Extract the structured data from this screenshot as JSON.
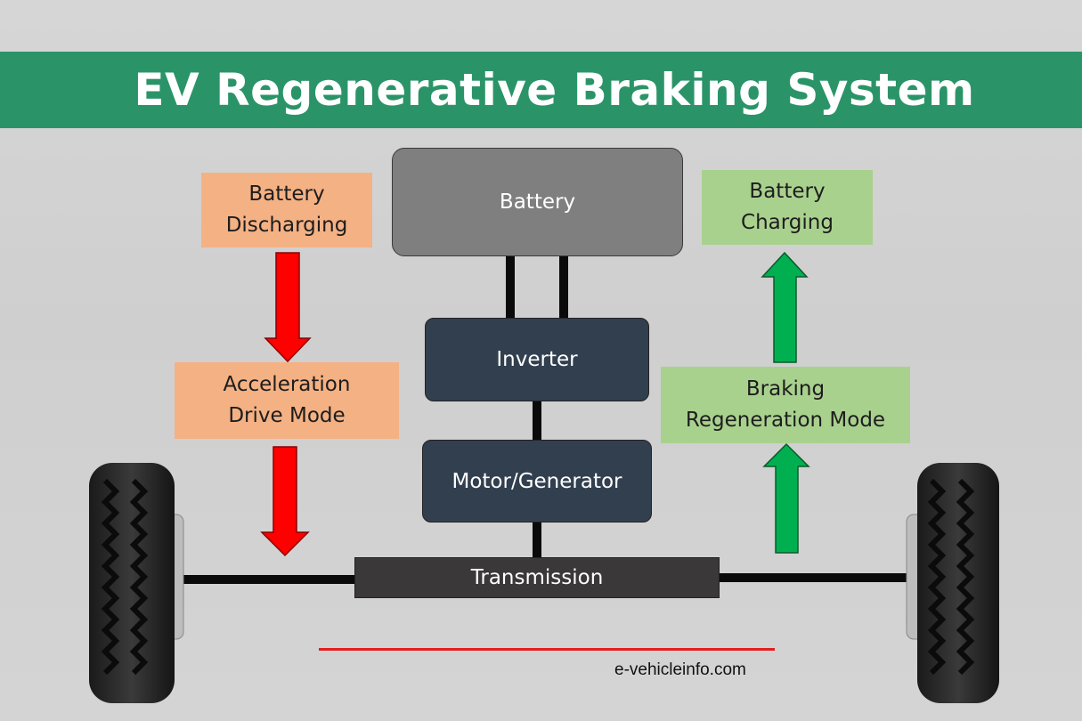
{
  "header": {
    "title": "EV Regenerative Braking System"
  },
  "diagram": {
    "battery": "Battery",
    "inverter": "Inverter",
    "motor_generator": "Motor/Generator",
    "transmission": "Transmission",
    "left": {
      "top_line1": "Battery",
      "top_line2": "Discharging",
      "mode_line1": "Acceleration",
      "mode_line2": "Drive Mode"
    },
    "right": {
      "top_line1": "Battery",
      "top_line2": "Charging",
      "mode_line1": "Braking",
      "mode_line2": "Regeneration Mode"
    }
  },
  "footer": {
    "website": "e-vehicleinfo.com"
  },
  "colors": {
    "title_bar": "#2a9468",
    "discharge_box": "#f4b183",
    "charge_box": "#a9d18e",
    "down_arrow": "#ff0000",
    "up_arrow": "#00b050",
    "battery_box": "#7f7f7f",
    "component_box": "#323f4f",
    "transmission_box": "#3a3838"
  }
}
